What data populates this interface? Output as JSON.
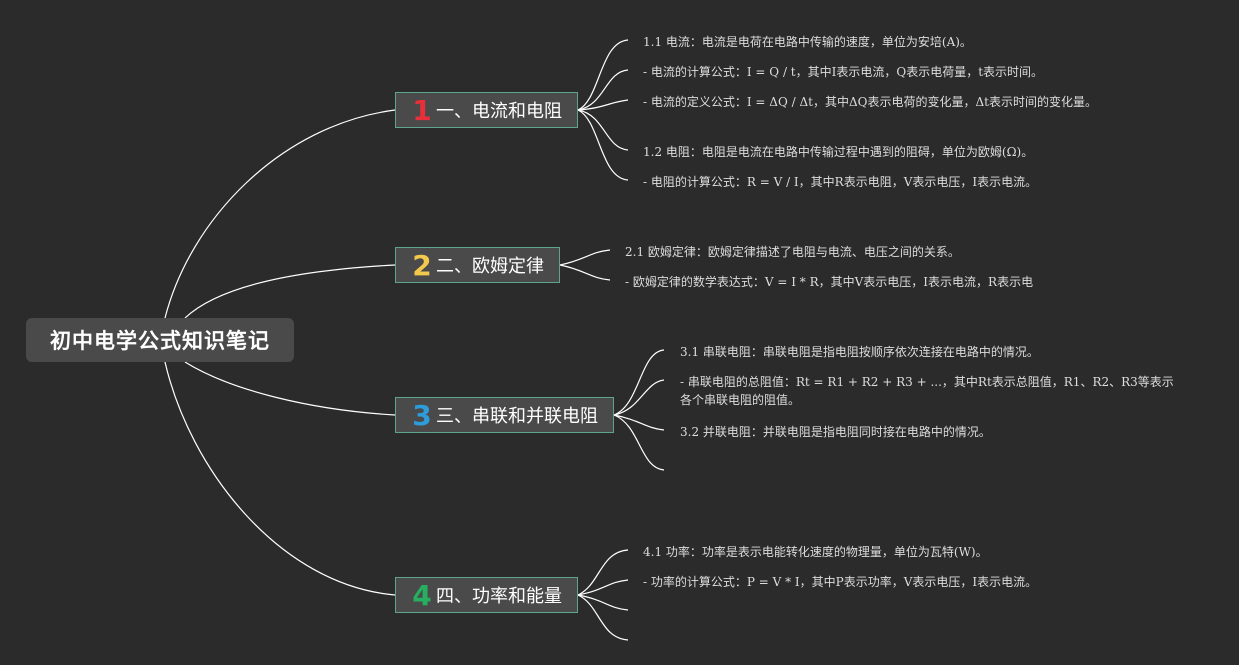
{
  "colors": {
    "background": "#2b2b2b",
    "node_fill": "#4a4a4a",
    "branch_border": "#5fa48c",
    "line": "#ffffff",
    "num1": "#e8303a",
    "num2": "#f2c94c",
    "num3": "#2d9cdb",
    "num4": "#27ae60"
  },
  "root": {
    "title": "初中电学公式知识笔记"
  },
  "branches": [
    {
      "number": "1",
      "label": "一、电流和电阻",
      "leaves": [
        "1.1 电流：电流是电荷在电路中传输的速度，单位为安培(A)。",
        "- 电流的计算公式：I = Q / t，其中I表示电流，Q表示电荷量，t表示时间。",
        "- 电流的定义公式：I = ΔQ / Δt，其中ΔQ表示电荷的变化量，Δt表示时间的变化量。",
        "1.2 电阻：电阻是电流在电路中传输过程中遇到的阻碍，单位为欧姆(Ω)。",
        "- 电阻的计算公式：R = V / I，其中R表示电阻，V表示电压，I表示电流。"
      ]
    },
    {
      "number": "2",
      "label": "二、欧姆定律",
      "leaves": [
        "2.1 欧姆定律：欧姆定律描述了电阻与电流、电压之间的关系。",
        "- 欧姆定律的数学表达式：V = I * R，其中V表示电压，I表示电流，R表示电"
      ]
    },
    {
      "number": "3",
      "label": "三、串联和并联电阻",
      "leaves": [
        "3.1 串联电阻：串联电阻是指电阻按顺序依次连接在电路中的情况。",
        "- 串联电阻的总阻值：Rt = R1 + R2 + R3 + ...，其中Rt表示总阻值，R1、R2、R3等表示各个串联电阻的阻值。",
        "3.2 并联电阻：并联电阻是指电阻同时接在电路中的情况。",
        ""
      ]
    },
    {
      "number": "4",
      "label": "四、功率和能量",
      "leaves": [
        "4.1 功率：功率是表示电能转化速度的物理量，单位为瓦特(W)。",
        "- 功率的计算公式：P = V * I，其中P表示功率，V表示电压，I表示电流。",
        "",
        ""
      ]
    }
  ]
}
